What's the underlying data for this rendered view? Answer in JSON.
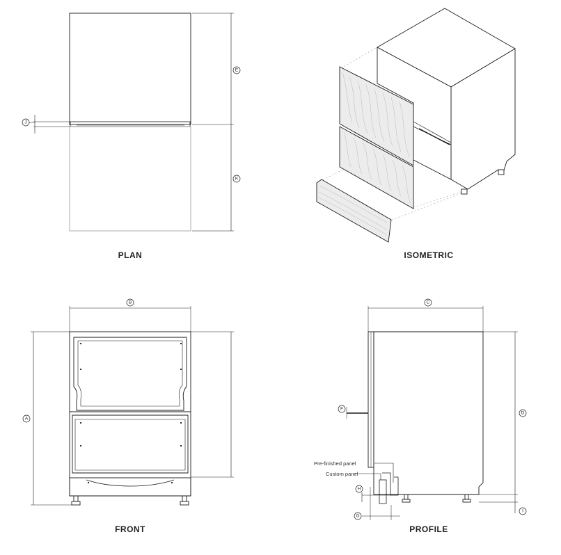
{
  "views": {
    "plan": {
      "title": "PLAN"
    },
    "isometric": {
      "title": "ISOMETRIC"
    },
    "front": {
      "title": "FRONT"
    },
    "profile": {
      "title": "PROFILE"
    }
  },
  "dimensions": {
    "a": "A",
    "b": "B",
    "c": "C",
    "d": "D",
    "e": "E",
    "f": "F",
    "g": "G",
    "h": "H",
    "i": "I",
    "j": "J",
    "k": "K"
  },
  "callouts": {
    "prefinished_panel": "Pre-finished panel",
    "custom_panel": "Custom panel"
  },
  "colors": {
    "line": "#1a1a1a",
    "light_line": "#9a9a9a",
    "dotted": "#b5b5b5",
    "panel_fill": "#ececec",
    "grain": "#b9b9b9"
  }
}
